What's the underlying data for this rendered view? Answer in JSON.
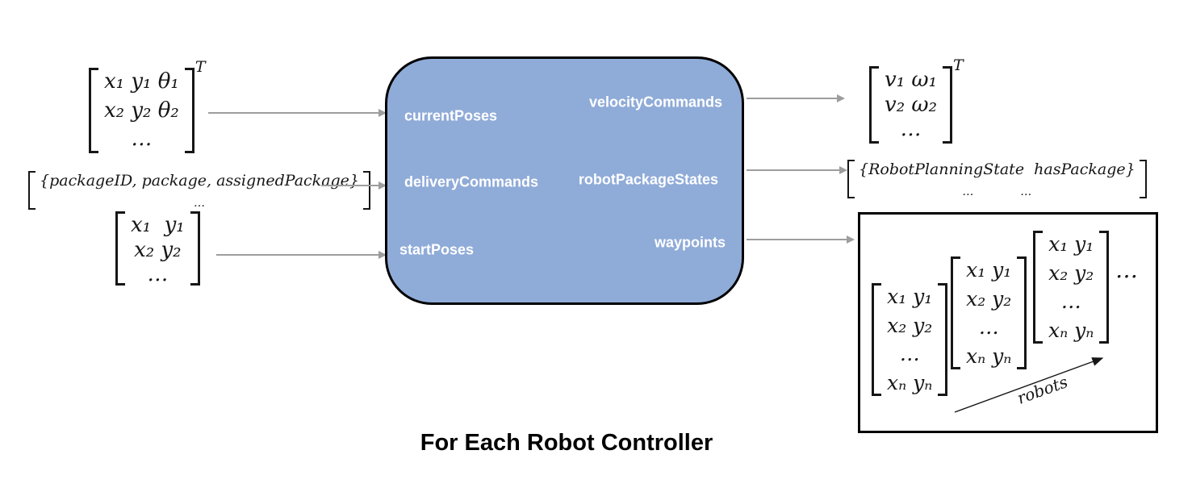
{
  "title": "For Each Robot Controller",
  "controller": {
    "fill_color": "#8FABD8",
    "border_color": "#000000",
    "input_ports": [
      {
        "label": "currentPoses"
      },
      {
        "label": "deliveryCommands"
      },
      {
        "label": "startPoses"
      }
    ],
    "output_ports": [
      {
        "label": "velocityCommands"
      },
      {
        "label": "robotPackageStates"
      },
      {
        "label": "waypoints"
      }
    ]
  },
  "inputs": [
    {
      "port": "currentPoses",
      "matrix": {
        "rows": [
          "x₁ y₁ θ₁",
          "x₂ y₂ θ₂",
          "…"
        ],
        "superscript": "T"
      }
    },
    {
      "port": "deliveryCommands",
      "matrix": {
        "rows": [
          "{packageID, package, assignedPackage}",
          "…"
        ]
      }
    },
    {
      "port": "startPoses",
      "matrix": {
        "rows": [
          "x₁  y₁",
          "x₂ y₂",
          "…"
        ]
      }
    }
  ],
  "outputs": [
    {
      "port": "velocityCommands",
      "matrix": {
        "rows": [
          "v₁ ω₁",
          "v₂ ω₂",
          "…"
        ],
        "superscript": "T"
      }
    },
    {
      "port": "robotPackageStates",
      "matrix": {
        "rows": [
          "{RobotPlanningState  hasPackage}",
          "…             …"
        ]
      }
    },
    {
      "port": "waypoints",
      "panel": {
        "matrices": [
          {
            "rows": [
              "x₁ y₁",
              "x₂ y₂",
              "…",
              "xₙ yₙ"
            ]
          },
          {
            "rows": [
              "x₁ y₁",
              "x₂ y₂",
              "…",
              "xₙ yₙ"
            ]
          },
          {
            "rows": [
              "x₁ y₁",
              "x₂ y₂",
              "…",
              "xₙ yₙ"
            ]
          }
        ],
        "ellipsis": "…",
        "axis_label": "robots"
      }
    }
  ],
  "colors": {
    "arrow": "#9D9D9D",
    "block_fill": "#8FABD8",
    "panel_border": "#000000",
    "text": "#161616"
  }
}
